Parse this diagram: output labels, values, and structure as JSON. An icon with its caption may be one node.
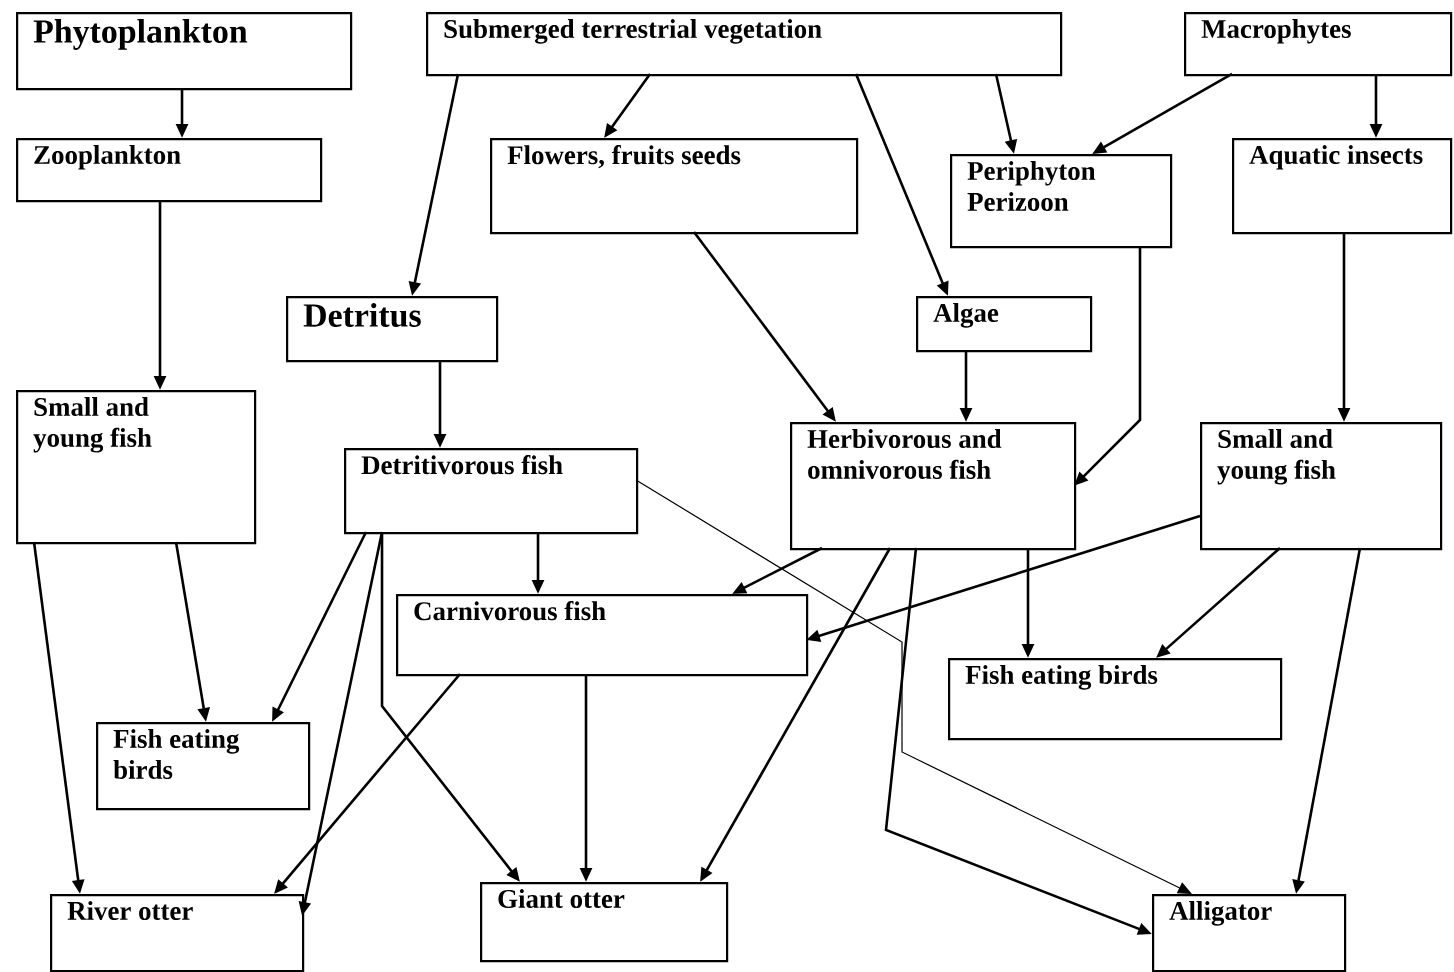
{
  "diagram": {
    "nodes": [
      {
        "text": [
          "Phytoplankton"
        ]
      },
      {
        "text": [
          "Submerged terrestrial vegetation"
        ]
      },
      {
        "text": [
          "Macrophytes"
        ]
      },
      {
        "text": [
          "Zooplankton"
        ]
      },
      {
        "text": [
          "Flowers, fruits seeds"
        ]
      },
      {
        "text": [
          "Periphyton Perizoon"
        ]
      },
      {
        "text": [
          "Aquatic insects"
        ]
      },
      {
        "text": [
          "Detritus"
        ]
      },
      {
        "text": [
          "Algae"
        ]
      },
      {
        "text": [
          "Small and young fish"
        ]
      },
      {
        "text": [
          "Detritivorous fish"
        ]
      },
      {
        "text": [
          "Herbivorous and omnivorous fish"
        ]
      },
      {
        "text": [
          "Small and young fish"
        ]
      },
      {
        "text": [
          "Carnivorous fish"
        ]
      },
      {
        "text": [
          "Fish eating birds"
        ]
      },
      {
        "text": [
          "Fish eating birds"
        ]
      },
      {
        "text": [
          "River otter"
        ]
      },
      {
        "text": [
          "Giant otter"
        ]
      },
      {
        "text": [
          "Alligator"
        ]
      }
    ],
    "edges": [
      {
        "from": 0,
        "to": 3,
        "arrow": "to"
      },
      {
        "from": 3,
        "to": 9,
        "arrow": "to"
      },
      {
        "from": 1,
        "to": 7,
        "arrow": "to"
      },
      {
        "from": 1,
        "to": 4,
        "arrow": "to"
      },
      {
        "from": 1,
        "to": 5,
        "arrow": "to"
      },
      {
        "from": 1,
        "to": 8,
        "arrow": "to"
      },
      {
        "from": 2,
        "to": 5,
        "arrow": "to"
      },
      {
        "from": 2,
        "to": 6,
        "arrow": "to"
      },
      {
        "from": 4,
        "to": 11,
        "arrow": "to"
      },
      {
        "from": 8,
        "to": 11,
        "arrow": "to"
      },
      {
        "from": 5,
        "to": 11,
        "arrow": "to"
      },
      {
        "from": 6,
        "to": 12,
        "arrow": "to"
      },
      {
        "from": 7,
        "to": 10,
        "arrow": "to"
      },
      {
        "from": 9,
        "to": 15,
        "arrow": "to"
      },
      {
        "from": 9,
        "to": 16,
        "arrow": "to"
      },
      {
        "from": 10,
        "to": 13,
        "arrow": "to"
      },
      {
        "from": 10,
        "to": 15,
        "arrow": "to"
      },
      {
        "from": 10,
        "to": 16,
        "arrow": "to"
      },
      {
        "from": 10,
        "to": 17,
        "arrow": "to"
      },
      {
        "from": 10,
        "to": 18,
        "arrow": "to"
      },
      {
        "from": 11,
        "to": 13,
        "arrow": "to"
      },
      {
        "from": 11,
        "to": 17,
        "arrow": "to"
      },
      {
        "from": 11,
        "to": 14,
        "arrow": "to"
      },
      {
        "from": 11,
        "to": 18,
        "arrow": "to"
      },
      {
        "from": 12,
        "to": 13,
        "arrow": "to"
      },
      {
        "from": 12,
        "to": 14,
        "arrow": "to"
      },
      {
        "from": 12,
        "to": 18,
        "arrow": "to"
      },
      {
        "from": 13,
        "to": 16,
        "arrow": "to"
      },
      {
        "from": 13,
        "to": 17,
        "arrow": "to"
      }
    ]
  }
}
